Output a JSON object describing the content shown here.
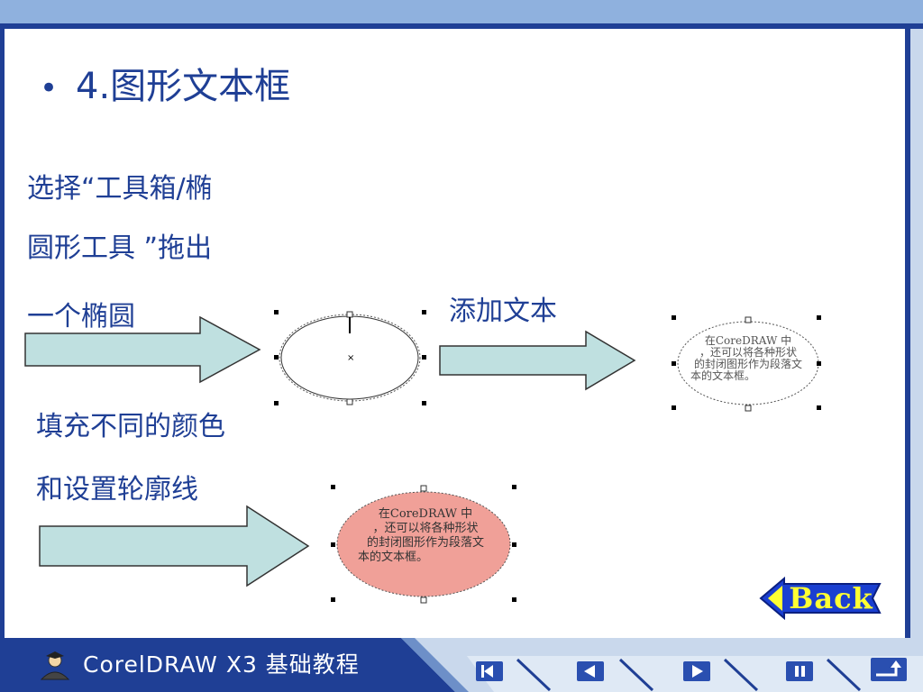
{
  "slide": {
    "bullet": "•",
    "title": "4.图形文本框"
  },
  "steps": {
    "step1": [
      "选择“工具箱/椭",
      "圆形工具 ”拖出",
      "一个椭圆"
    ],
    "step2": "添加文本",
    "step3": [
      "填充不同的颜色",
      "和设置轮廓线"
    ]
  },
  "ellipse_text": [
    "在CoreDRAW 中",
    "，还可以将各种形状",
    "的封闭图形作为段落文",
    "本的文本框。"
  ],
  "colors": {
    "frame_dark": "#1f3f95",
    "frame_light": "#8fb1de",
    "arrow_fill": "#bfe0e0",
    "ellipse_fill": "#f0a098",
    "text_blue": "#1f3f95",
    "back_yellow": "#ffff33"
  },
  "back_button": {
    "label": "Back",
    "icon": "back-arrow-icon"
  },
  "footer": {
    "icon": "instructor-icon",
    "label": "CorelDRAW X3 基础教程",
    "nav": [
      {
        "name": "nav-first-button",
        "icon": "skip-first-icon"
      },
      {
        "name": "nav-prev-button",
        "icon": "prev-icon"
      },
      {
        "name": "nav-next-button",
        "icon": "next-icon"
      },
      {
        "name": "nav-pause-button",
        "icon": "pause-icon"
      },
      {
        "name": "nav-exit-button",
        "icon": "exit-icon"
      }
    ]
  }
}
